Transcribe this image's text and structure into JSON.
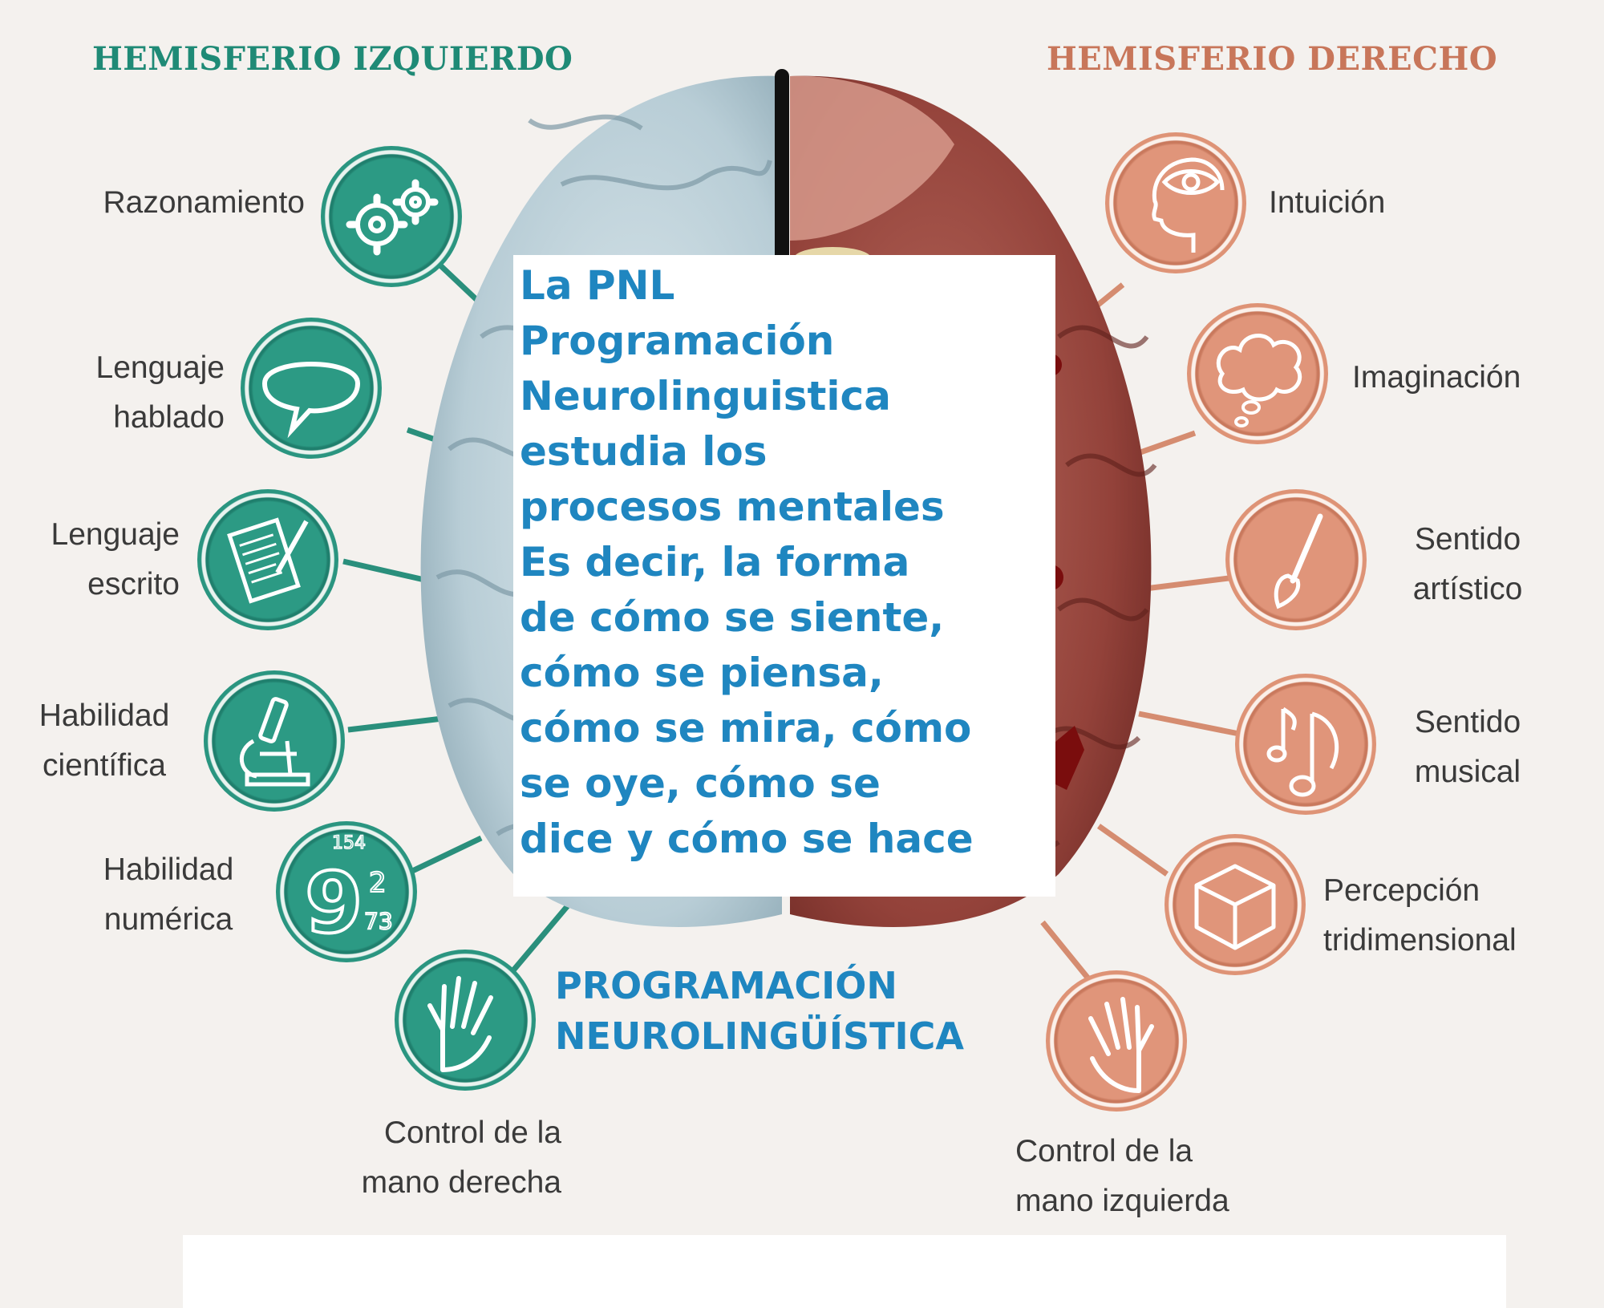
{
  "headers": {
    "left": "HEMISFERIO IZQUIERDO",
    "right": "HEMISFERIO DERECHO"
  },
  "left_items": [
    {
      "l1": "Razonamiento",
      "l2": "",
      "icon": "gears-icon"
    },
    {
      "l1": "Lenguaje",
      "l2": "hablado",
      "icon": "speech-bubble-icon"
    },
    {
      "l1": "Lenguaje",
      "l2": "escrito",
      "icon": "document-pen-icon"
    },
    {
      "l1": "Habilidad",
      "l2": "científica",
      "icon": "microscope-icon"
    },
    {
      "l1": "Habilidad",
      "l2": "numérica",
      "icon": "numbers-icon"
    },
    {
      "l1": "Control de la",
      "l2": "mano derecha",
      "icon": "right-hand-icon"
    }
  ],
  "right_items": [
    {
      "l1": "Intuición",
      "l2": "",
      "icon": "head-eye-icon"
    },
    {
      "l1": "Imaginación",
      "l2": "",
      "icon": "thought-cloud-icon"
    },
    {
      "l1": "Sentido",
      "l2": "artístico",
      "icon": "paintbrush-icon"
    },
    {
      "l1": "Sentido",
      "l2": "musical",
      "icon": "music-note-icon"
    },
    {
      "l1": "Percepción",
      "l2": "tridimensional",
      "icon": "cube-icon"
    },
    {
      "l1": "Control de la",
      "l2": "mano izquierda",
      "icon": "left-hand-icon"
    }
  ],
  "note": {
    "text": "La PNL\nProgramación\nNeurolinguistica\nestudia los\nprocesos mentales\nEs decir, la forma\nde cómo se siente,\ncómo se piensa,\ncómo se mira, cómo\nse oye, cómo se\ndice y cómo se hace"
  },
  "bottom_title": {
    "line1": "PROGRAMACIÓN",
    "line2": "NEUROLINGÜÍSTICA"
  },
  "number_icon": {
    "big": "9",
    "small1": "2",
    "small2": "73",
    "small3": "154"
  },
  "colors": {
    "left_accent": "#1f8a76",
    "right_accent": "#c8765a",
    "note_text": "#1f86c0"
  }
}
